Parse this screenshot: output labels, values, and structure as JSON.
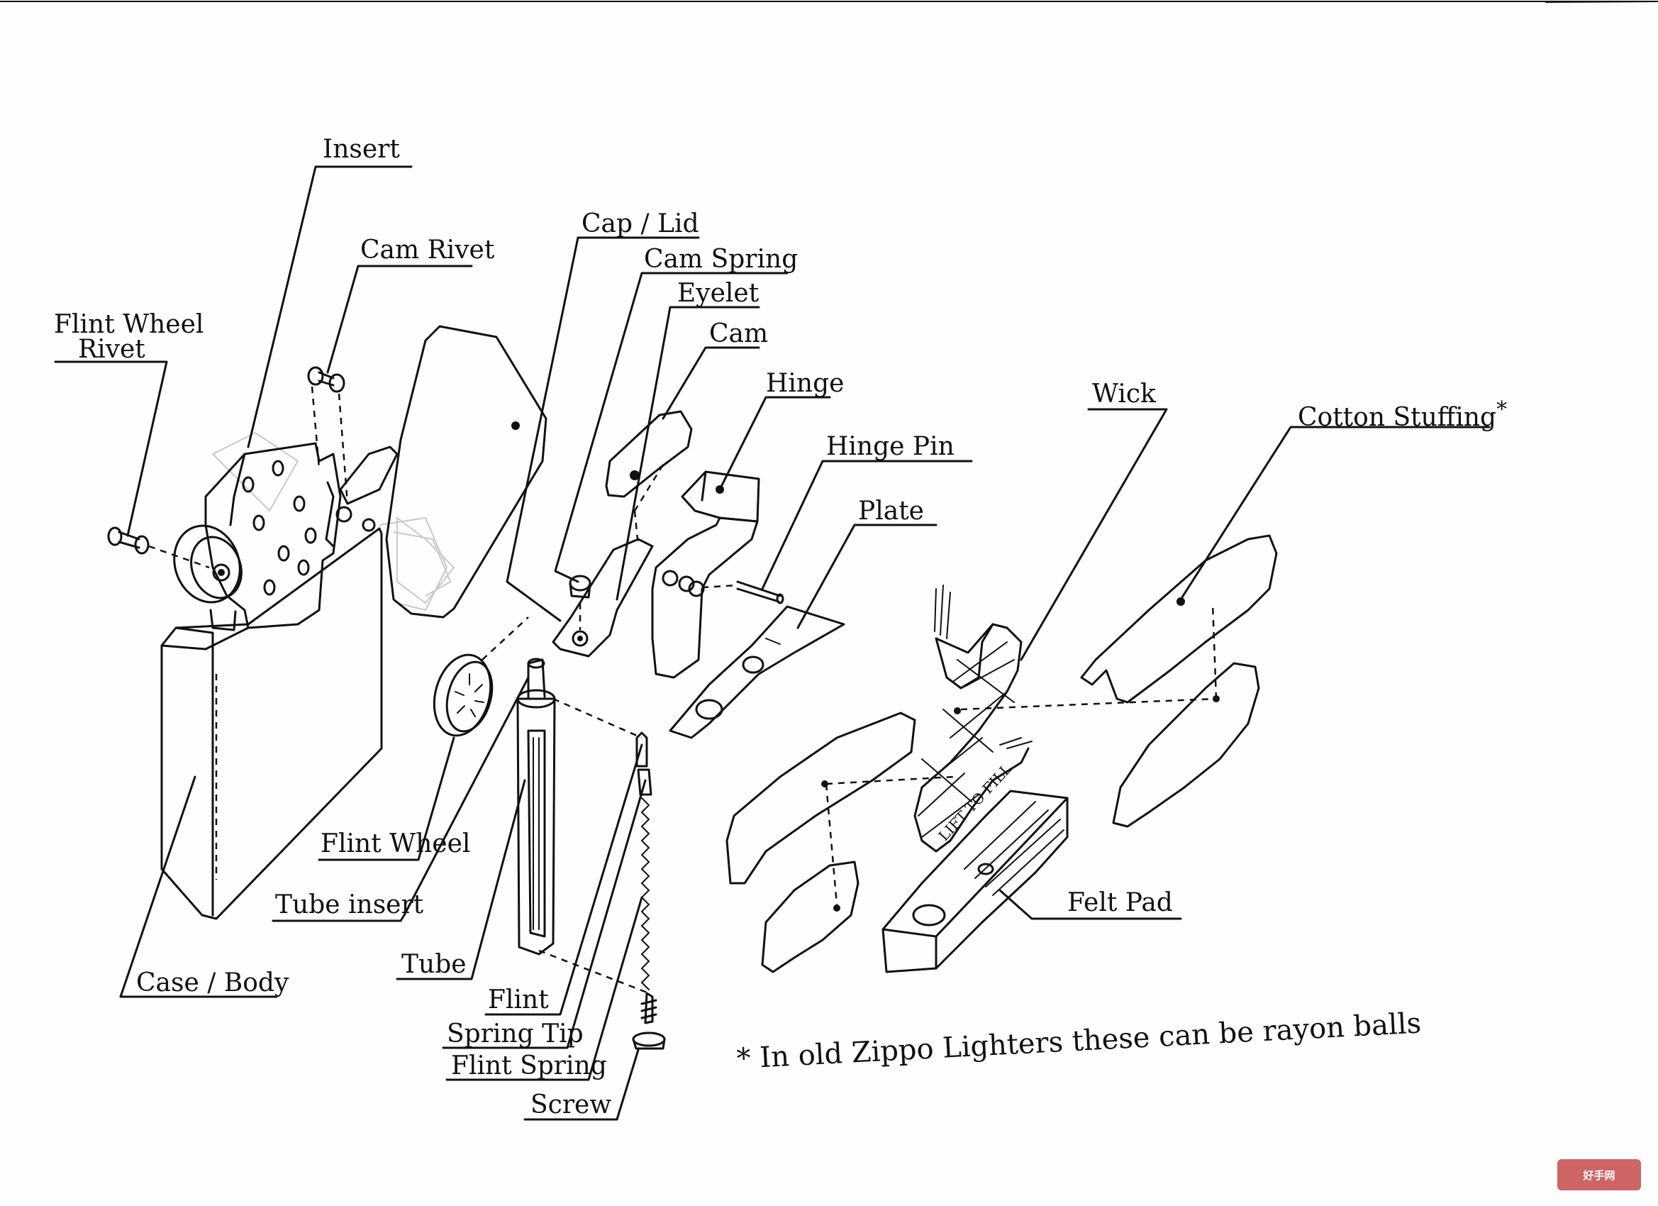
{
  "labels": {
    "insert": "Insert",
    "cam_rivet": "Cam Rivet",
    "flint_wheel_rivet_line1": "Flint Wheel",
    "flint_wheel_rivet_line2": "Rivet",
    "cap_lid": "Cap / Lid",
    "cam_spring": "Cam Spring",
    "eyelet": "Eyelet",
    "cam": "Cam",
    "hinge": "Hinge",
    "hinge_pin": "Hinge Pin",
    "plate": "Plate",
    "wick": "Wick",
    "cotton_stuffing": "Cotton  Stuffing",
    "cotton_stuffing_mark": "*",
    "flint_wheel": "Flint Wheel",
    "tube_insert": "Tube insert",
    "tube": "Tube",
    "case_body": "Case / Body",
    "flint": "Flint",
    "spring_tip": "Spring Tip",
    "flint_spring": "Flint Spring",
    "screw": "Screw",
    "felt_pad": "Felt  Pad"
  },
  "felt_pad_print": "LIFT TO FILL",
  "footnote": "* In old Zippo Lighters these can be rayon balls",
  "watermark": "好手网"
}
